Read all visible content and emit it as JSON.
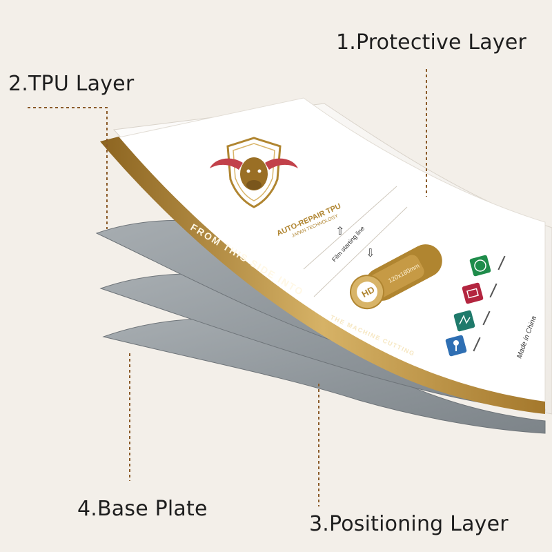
{
  "callouts": {
    "protective": "1.Protective Layer",
    "tpu": "2.TPU Layer",
    "positioning": "3.Positioning Layer",
    "base": "4.Base Plate"
  },
  "film": {
    "brand_line1": "AUTO-REPAIR TPU",
    "brand_line2": "JAPAN TECHNOLOGY",
    "edge_text_main": "FROM THIS SIDE INTO",
    "edge_text_tail": "THE MACHINE CUTTING",
    "starting_line": "Film starting line",
    "size": "120x180mm",
    "hd_badge": "HD",
    "made_in": "Made in China"
  },
  "colors": {
    "background": "#f3efe9",
    "gold": "#b08530",
    "gold_light": "#d8b468",
    "sheet_gray": "#8f969b",
    "callout_line": "#8a5a28",
    "icon_green": "#1e8c4a",
    "icon_red": "#b3253f",
    "icon_teal": "#1f7a6b",
    "icon_blue": "#2f6fb3"
  }
}
